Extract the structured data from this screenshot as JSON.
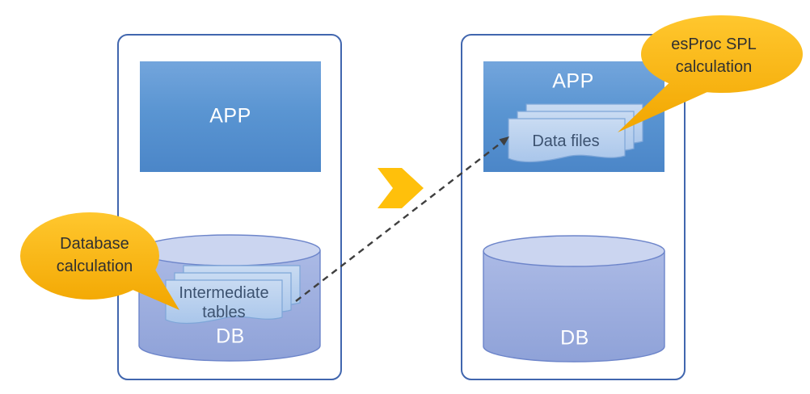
{
  "diagram": {
    "left": {
      "app_label": "APP",
      "db_label": "DB",
      "stack_line1": "Intermediate",
      "stack_line2": "tables",
      "callout_line1": "Database",
      "callout_line2": "calculation"
    },
    "right": {
      "app_label": "APP",
      "db_label": "DB",
      "stack_label": "Data files",
      "callout_line1": "esProc SPL",
      "callout_line2": "calculation"
    },
    "colors": {
      "callout_fill_top": "#FFC72E",
      "callout_fill_bottom": "#F2A600",
      "chevron_fill": "#FFC00B",
      "app_box_top": "#73A5DC",
      "app_box_bottom": "#4B86C8",
      "cylinder_top_fill": "#CBD5F0",
      "cylinder_body_top": "#AFBDE7",
      "cylinder_body_bottom": "#8FA2D8",
      "cylinder_border": "#6D85CA",
      "sheet_fill_top": "#C9DBF2",
      "sheet_fill_bottom": "#A8C5EA",
      "sheet_border": "#7EA6D8",
      "panel_border": "#4166AE",
      "dash_stroke": "#3F3F3F",
      "stack_text": "#3C5270",
      "callout_text": "#303030",
      "app_db_text": "#FFFFFF"
    }
  }
}
